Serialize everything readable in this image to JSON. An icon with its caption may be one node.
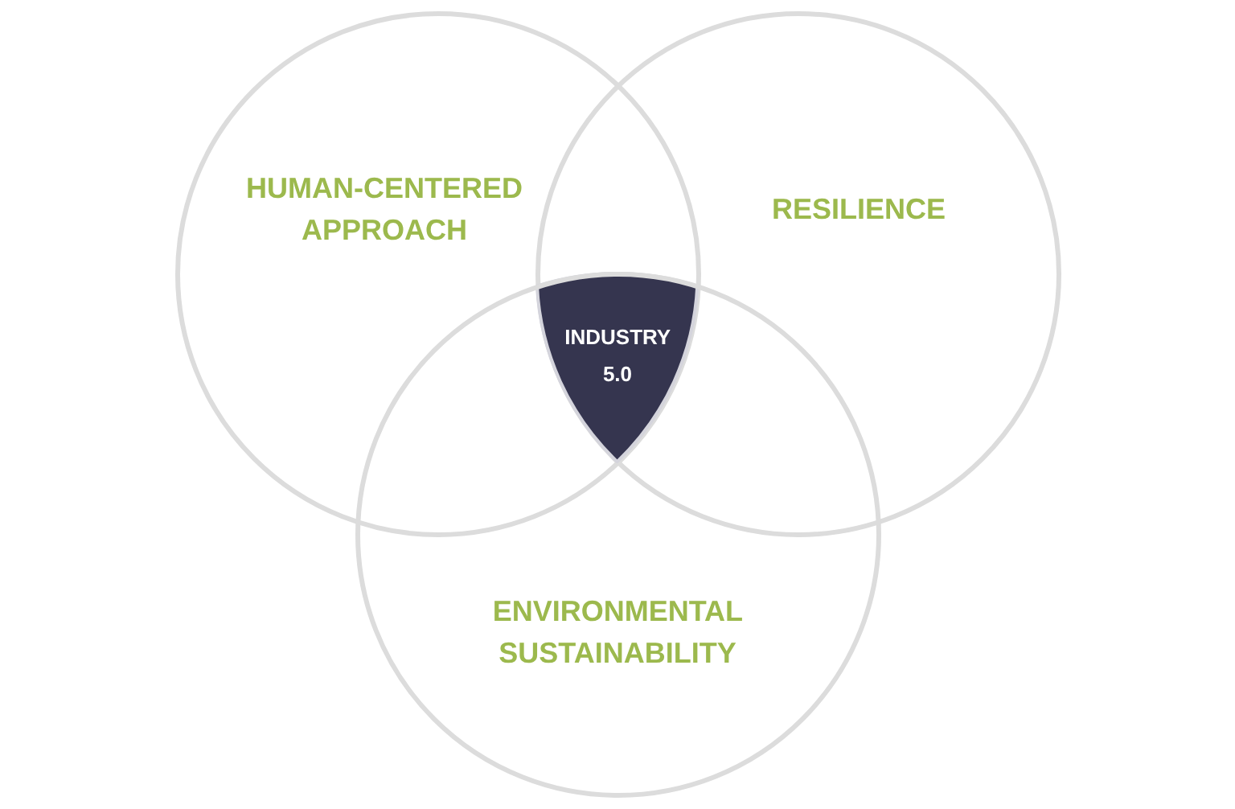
{
  "diagram": {
    "nodes": [
      {
        "text": [
          "HUMAN-CENTERED APPROACH"
        ]
      },
      {
        "text": [
          "RESILIENCE"
        ]
      },
      {
        "text": [
          "INDUSTRY 5.0"
        ]
      },
      {
        "text": [
          "ENVIRONMENTAL SUSTAINABILITY"
        ]
      }
    ]
  }
}
